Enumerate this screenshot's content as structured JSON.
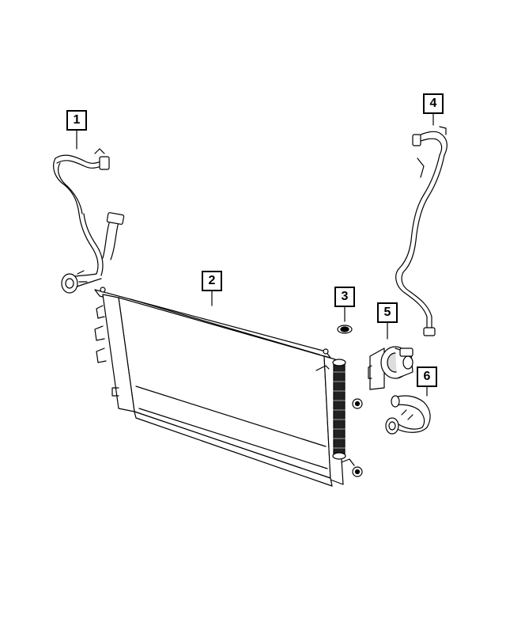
{
  "callouts": [
    {
      "id": "1",
      "label": "1"
    },
    {
      "id": "2",
      "label": "2"
    },
    {
      "id": "3",
      "label": "3"
    },
    {
      "id": "4",
      "label": "4"
    },
    {
      "id": "5",
      "label": "5"
    },
    {
      "id": "6",
      "label": "6"
    }
  ],
  "colors": {
    "line": "#000000",
    "fill": "#ffffff",
    "shade": "#dddddd",
    "dark": "#222222"
  }
}
